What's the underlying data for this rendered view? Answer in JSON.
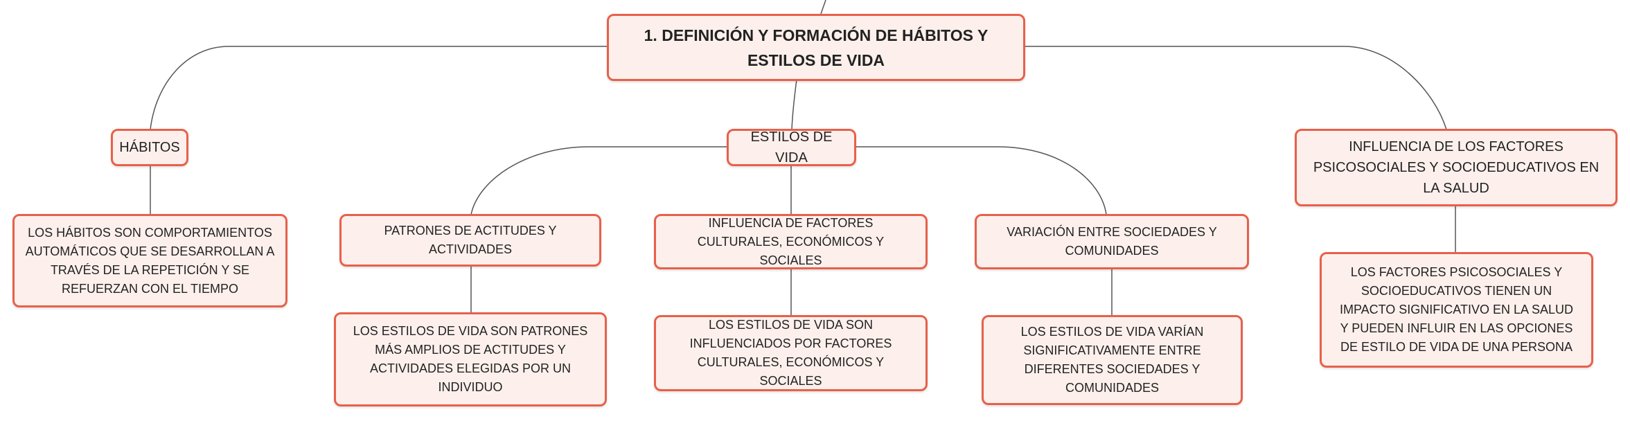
{
  "diagram": {
    "root": "1. DEFINICIÓN Y FORMACIÓN DE HÁBITOS Y ESTILOS DE VIDA",
    "habitos": {
      "label": "HÁBITOS",
      "detail": "LOS HÁBITOS SON COMPORTAMIENTOS AUTOMÁTICOS QUE SE DESARROLLAN A TRAVÉS DE LA REPETICIÓN Y SE REFUERZAN CON EL TIEMPO"
    },
    "estilos": {
      "label": "ESTILOS DE VIDA",
      "patrones": {
        "label": "PATRONES DE ACTITUDES Y ACTIVIDADES",
        "detail": "LOS ESTILOS DE VIDA SON PATRONES MÁS AMPLIOS DE ACTITUDES Y ACTIVIDADES ELEGIDAS POR UN INDIVIDUO"
      },
      "influencia": {
        "label": "INFLUENCIA DE FACTORES CULTURALES, ECONÓMICOS Y SOCIALES",
        "detail": "LOS ESTILOS DE VIDA SON INFLUENCIADOS POR FACTORES CULTURALES, ECONÓMICOS Y SOCIALES"
      },
      "variacion": {
        "label": "VARIACIÓN ENTRE SOCIEDADES Y COMUNIDADES",
        "detail": "LOS ESTILOS DE VIDA VARÍAN SIGNIFICATIVAMENTE ENTRE DIFERENTES SOCIEDADES Y COMUNIDADES"
      }
    },
    "factores": {
      "label": "INFLUENCIA DE LOS FACTORES PSICOSOCIALES Y SOCIOEDUCATIVOS EN LA SALUD",
      "detail": "LOS FACTORES PSICOSOCIALES Y SOCIOEDUCATIVOS TIENEN UN IMPACTO SIGNIFICATIVO EN LA SALUD Y PUEDEN INFLUIR EN LAS OPCIONES DE ESTILO DE VIDA DE UNA PERSONA"
    }
  },
  "colors": {
    "node_fill": "#fdf0ec",
    "node_border": "#e8604a",
    "connector": "#555555"
  }
}
